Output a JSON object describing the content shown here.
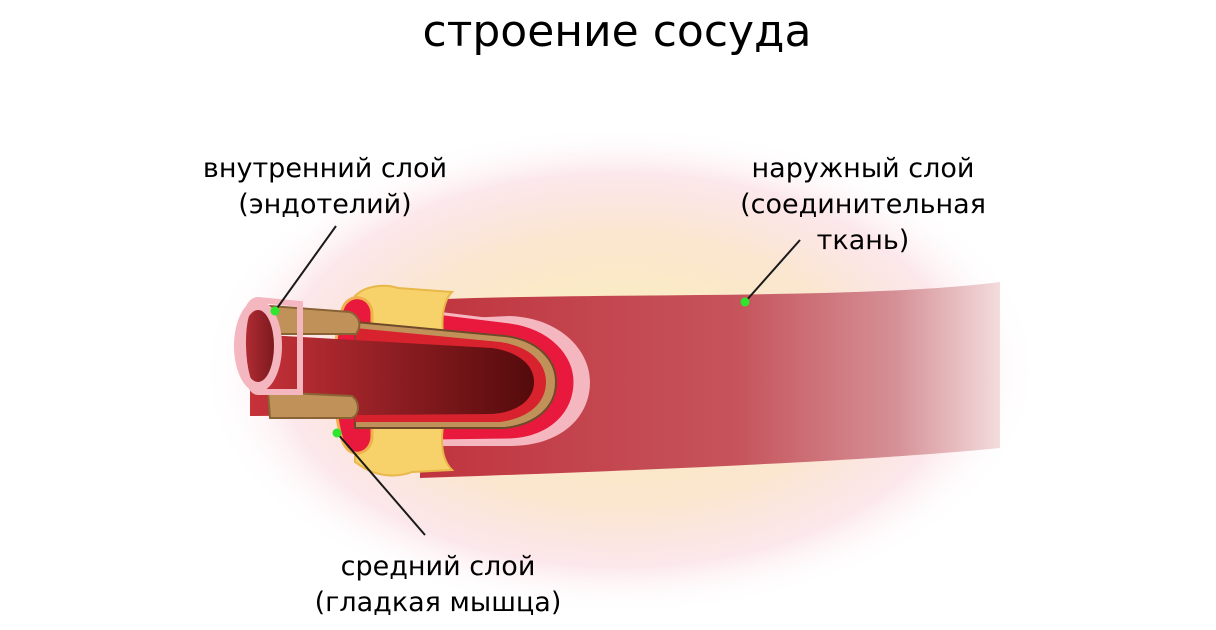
{
  "title": "строение сосуда",
  "labels": {
    "inner": {
      "line1": "внутренний слой",
      "line2": "(эндотелий)"
    },
    "outer": {
      "line1": "наружный слой",
      "line2": "(соединительная",
      "line3": "ткань)"
    },
    "middle": {
      "line1": "средний слой",
      "line2": "(гладкая мышца)"
    }
  },
  "colors": {
    "vessel_red": "#c33a43",
    "muscle_red": "#e8193d",
    "adventitia_yellow": "#f7d26a",
    "endothelium_tan": "#c0925a",
    "lumen_dark": "#5a0f10",
    "outline_pink": "#f4b6bf",
    "marker_green": "#2ee62e"
  }
}
